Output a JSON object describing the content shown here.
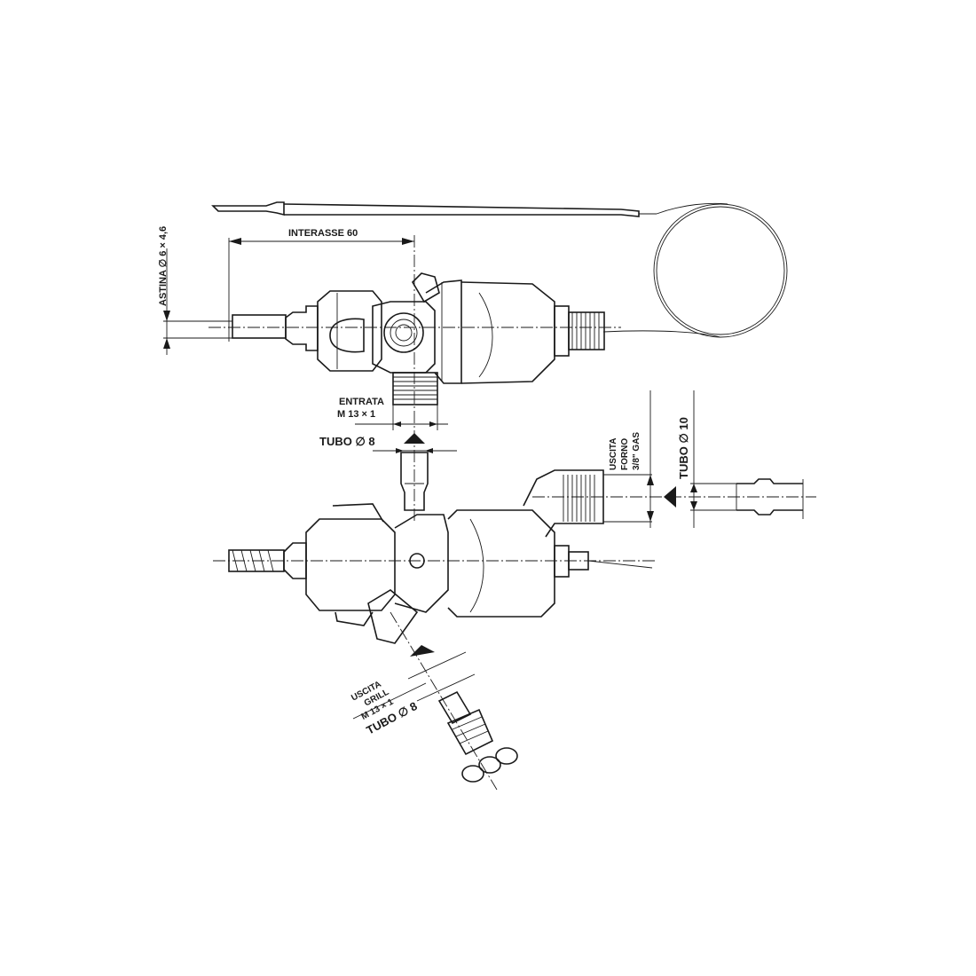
{
  "labels": {
    "interasse": "INTERASSE 60",
    "astina": "ASTINA ∅ 6 × 4,6",
    "entrata": "ENTRATA",
    "entrata_thread": "M 13 × 1",
    "tubo_inlet": "TUBO ∅ 8",
    "uscita_forno_1": "USCITA",
    "uscita_forno_2": "FORNO",
    "uscita_forno_3": "3/8\" GAS",
    "tubo_forno": "TUBO ∅ 10",
    "uscita_grill_1": "USCITA",
    "uscita_grill_2": "GRILL",
    "uscita_grill_thread": "M 13 × 1",
    "tubo_grill": "TUBO ∅ 8"
  }
}
